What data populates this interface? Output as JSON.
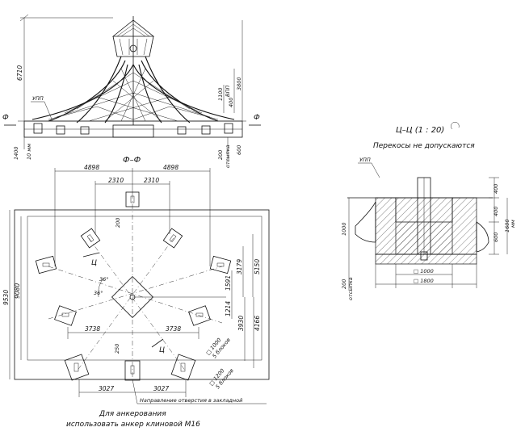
{
  "elevation": {
    "height_total": "6710",
    "ground_label": "УПП",
    "section_mark": "Ф",
    "dim_1100": "1100",
    "vpp_label": "ВПП",
    "dim_400": "400",
    "dim_3800": "3800",
    "dim_1400": "1400",
    "dim_10mm": "10 мм",
    "dim_200": "200",
    "otsypka": "отсыпка",
    "dim_600": "600"
  },
  "plan": {
    "title": "Ф–Ф",
    "dim_4898_left": "4898",
    "dim_4898_right": "4898",
    "dim_2310_left": "2310",
    "dim_2310_right": "2310",
    "dim_200_top": "200",
    "dim_9530": "9530",
    "dim_9080": "9080",
    "dim_5150": "5150",
    "dim_3179": "3179",
    "dim_1591": "1591",
    "dim_1214": "1214",
    "dim_3930": "3930",
    "dim_4166": "4166",
    "dim_3738_left": "3738",
    "dim_3738_right": "3738",
    "dim_250": "250",
    "dim_3027_left": "3027",
    "dim_3027_right": "3027",
    "angle_36_a": "36°",
    "angle_36_b": "36°",
    "cut_mark_a": "Ц",
    "cut_mark_b": "Ц",
    "block_1000": "□ 1000",
    "blocks_5_a": "5 блоков",
    "block_1200": "□ 1200",
    "blocks_5_b": "5 блоков",
    "hole_direction": "Направление отверстия в закладной",
    "anchor_note_1": "Для анкерования",
    "anchor_note_2": "использовать анкер клиновой М16"
  },
  "section": {
    "title": "Ц–Ц (1 : 20)",
    "note": "Перекосы не допускаются",
    "ground_label": "УПП",
    "dim_400_top": "400",
    "dim_400_mid": "400",
    "dim_1600": "1600",
    "dim_1600_unit": "мм",
    "dim_600": "600",
    "dim_1000_left": "1000",
    "dim_200": "200",
    "otsypka": "отсыпка",
    "dim_1000_bottom": "□ 1000",
    "dim_1800_bottom": "□ 1800"
  }
}
